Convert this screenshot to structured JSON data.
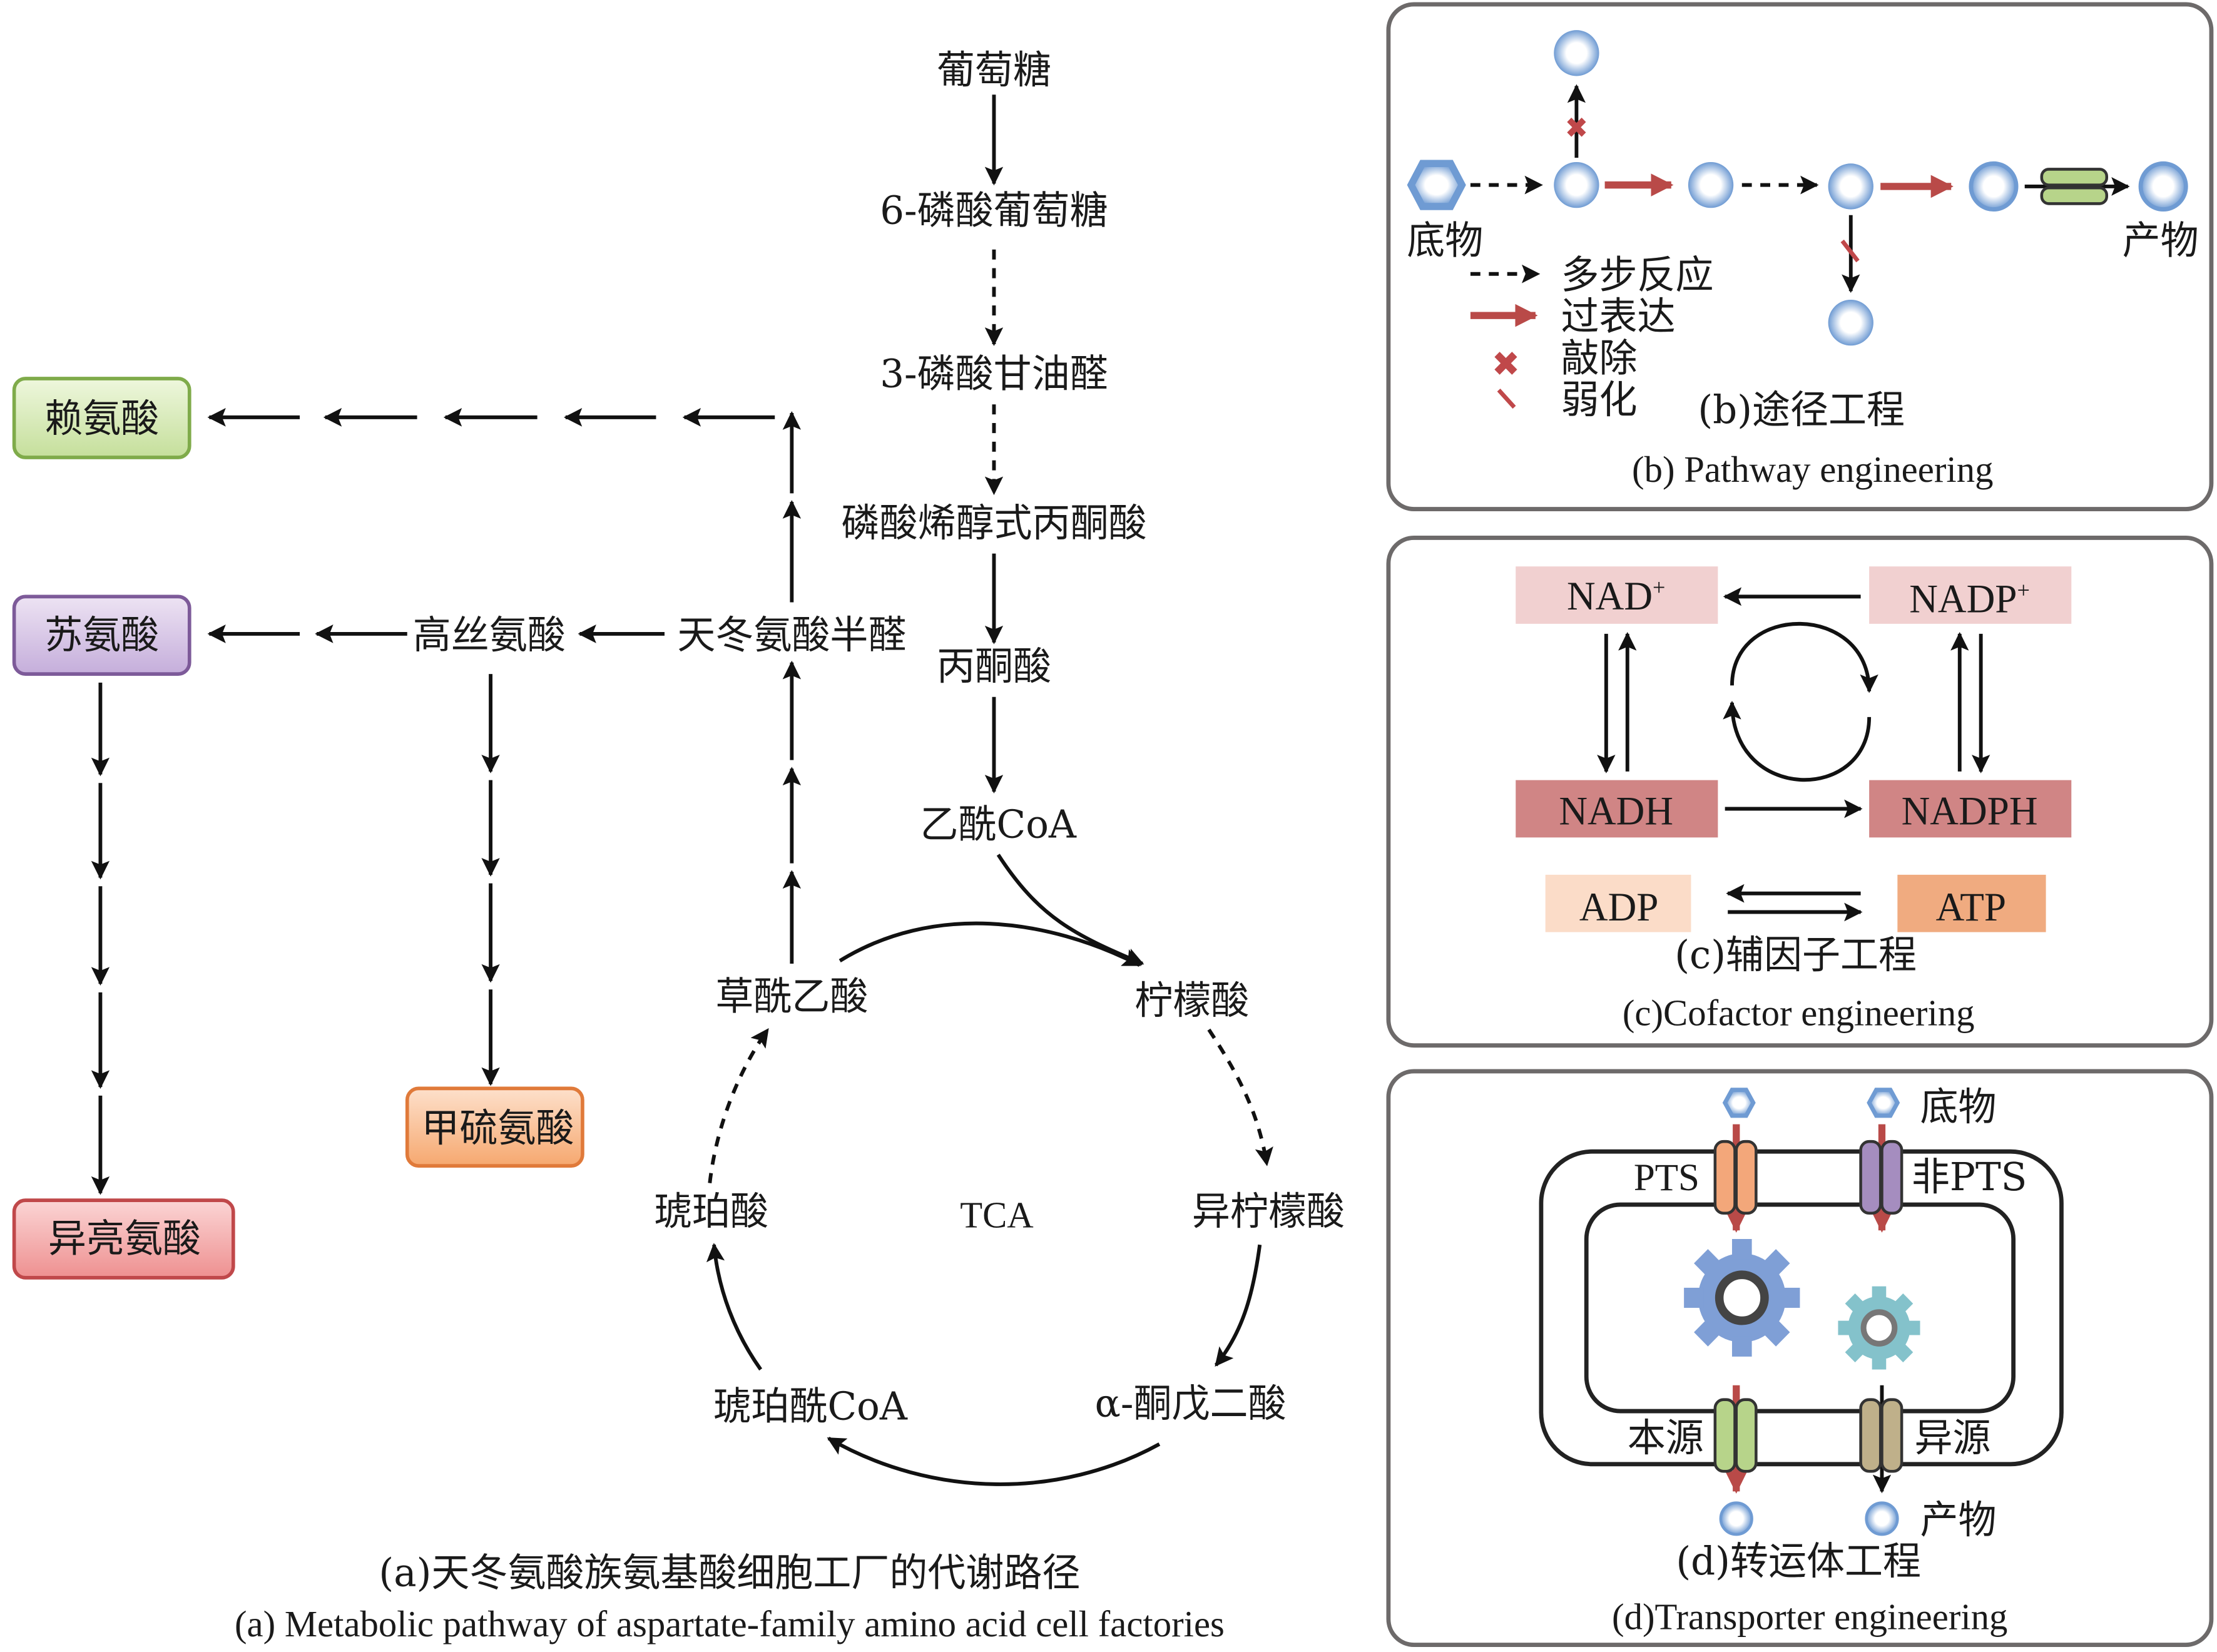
{
  "colors": {
    "lysine_box": "#cfe6a8",
    "lysine_border": "#7fab4a",
    "threonine_box": "#cdb8dd",
    "threonine_border": "#7d5a99",
    "methionine_box": "#f7b07d",
    "methionine_border": "#e07a3a",
    "isoleucine_box": "#f29b9b",
    "isoleucine_border": "#c0484a",
    "nad_plus": "#f1d0d0",
    "nadh": "#d08585",
    "adp": "#fbdcc8",
    "atp": "#f0ab80",
    "overexpress_arrow": "#b94a48",
    "molecule_blue": "#7ea7d8",
    "pts_transporter": "#f3a77a",
    "non_pts_transporter": "#a58dbf",
    "native_transporter": "#b7d48a",
    "heterologous_transporter": "#bfb08a",
    "gear_large": "#7f9fd6",
    "gear_small": "#84c2cb"
  },
  "panel_a": {
    "nodes": {
      "glucose": "葡萄糖",
      "g6p": "6-磷酸葡萄糖",
      "g3p": "3-磷酸甘油醛",
      "pep": "磷酸烯醇式丙酮酸",
      "pyruvate": "丙酮酸",
      "acetyl_coa": "乙酰CoA",
      "oxaloacetate": "草酰乙酸",
      "citrate": "柠檬酸",
      "isocitrate": "异柠檬酸",
      "akg": "α-酮戊二酸",
      "succinyl_coa": "琥珀酰CoA",
      "succinate": "琥珀酸",
      "tca": "TCA",
      "aspartate_semialdehyde": "天冬氨酸半醛",
      "homoserine": "高丝氨酸"
    },
    "products": {
      "lysine": "赖氨酸",
      "threonine": "苏氨酸",
      "methionine": "甲硫氨酸",
      "isoleucine": "异亮氨酸"
    },
    "caption_zh": "(a)天冬氨酸族氨基酸细胞工厂的代谢路径",
    "caption_en": "(a) Metabolic pathway of aspartate-family amino acid cell factories"
  },
  "panel_b": {
    "substrate": "底物",
    "product": "产物",
    "legend": [
      {
        "icon": "dashed-arrow",
        "label": "多步反应"
      },
      {
        "icon": "red-arrow",
        "label": "过表达"
      },
      {
        "icon": "red-cross",
        "label": "敲除"
      },
      {
        "icon": "red-slash",
        "label": "弱化"
      }
    ],
    "caption_zh": "(b)途径工程",
    "caption_en": "(b) Pathway engineering"
  },
  "panel_c": {
    "nad_plus": "NAD",
    "nadp_plus": "NADP",
    "plus_sup": "+",
    "nadh": "NADH",
    "nadph": "NADPH",
    "adp": "ADP",
    "atp": "ATP",
    "caption_zh": "(c)辅因子工程",
    "caption_en": "(c)Cofactor engineering"
  },
  "panel_d": {
    "substrate": "底物",
    "product": "产物",
    "pts": "PTS",
    "non_pts": "非PTS",
    "native": "本源",
    "heterologous": "异源",
    "caption_zh": "(d)转运体工程",
    "caption_en": "(d)Transporter engineering"
  }
}
